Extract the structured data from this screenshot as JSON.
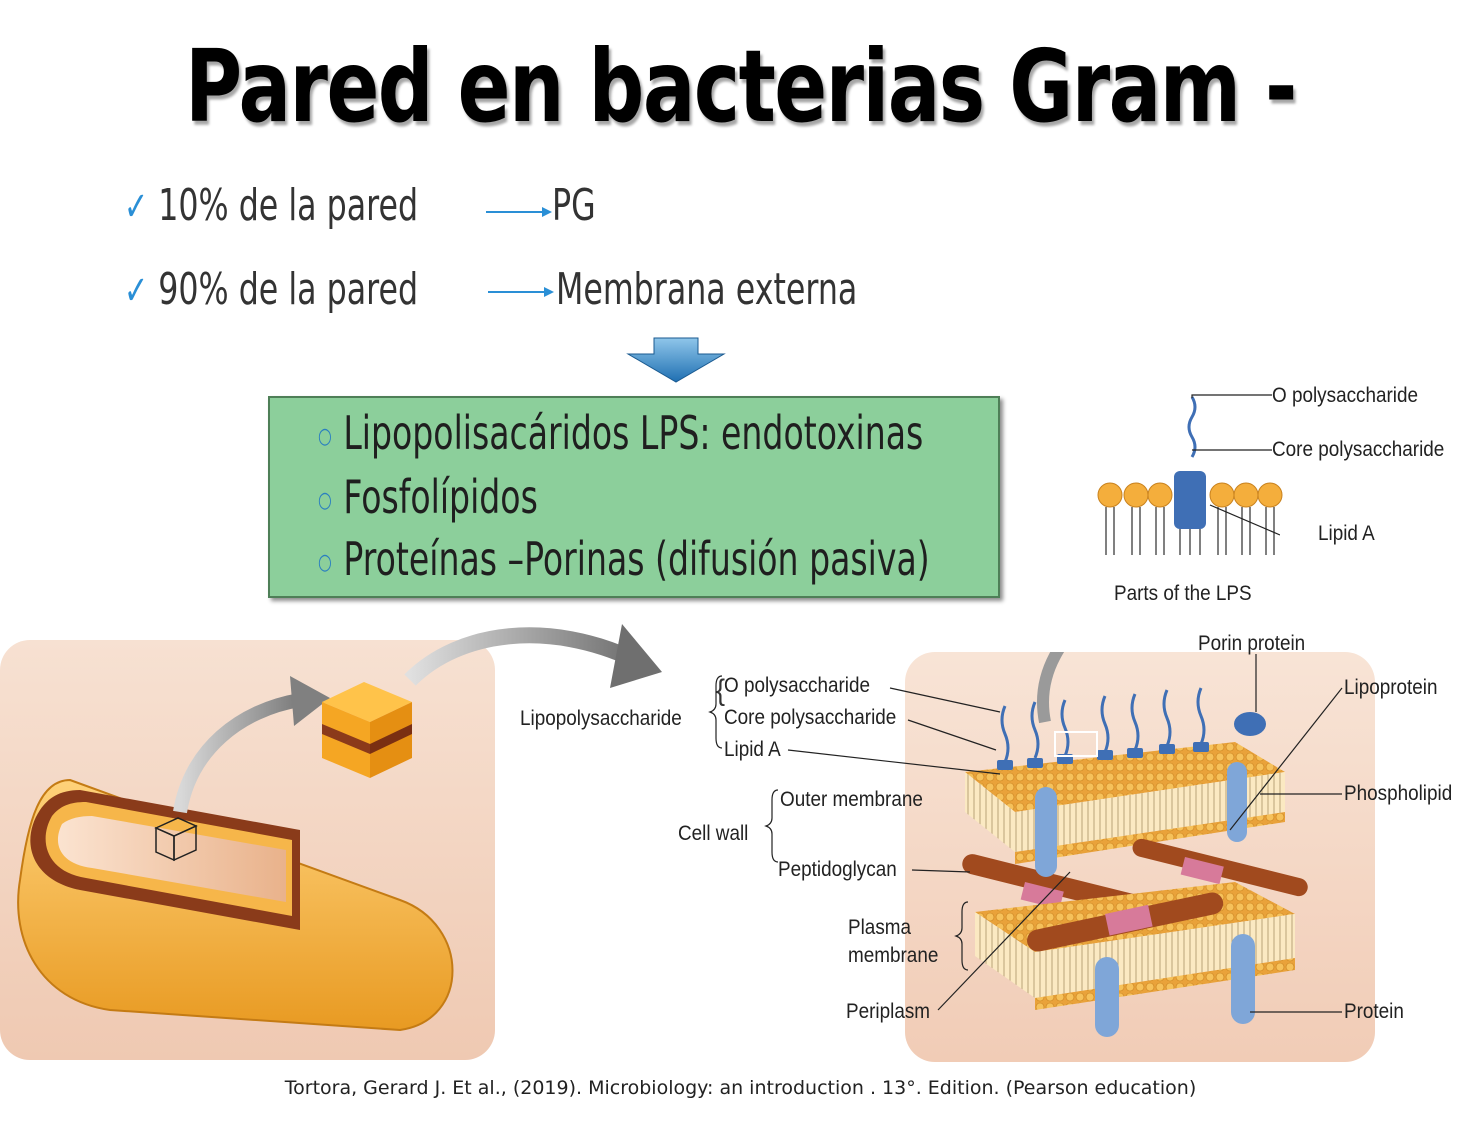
{
  "title": "Pared en bacterias Gram -",
  "bullets": [
    {
      "left": "10% de la pared",
      "right": "PG"
    },
    {
      "left": "90%  de la pared",
      "right": "Membrana externa"
    }
  ],
  "box_items": [
    "Lipopolisacáridos LPS:  endotoxinas",
    "Fosfolípidos",
    "Proteínas –Porinas (difusión pasiva)"
  ],
  "lps_labels": {
    "o_polysaccharide": "O polysaccharide",
    "core_polysaccharide": "Core polysaccharide",
    "lipid_a": "Lipid A",
    "caption": "Parts of the LPS"
  },
  "wall_labels": {
    "lipopolysaccharide": "Lipopolysaccharide",
    "o_polysaccharide": "O polysaccharide",
    "core_polysaccharide": "Core polysaccharide",
    "lipid_a": "Lipid A",
    "cell_wall": "Cell wall",
    "outer_membrane": "Outer membrane",
    "peptidoglycan": "Peptidoglycan",
    "plasma_membrane_1": "Plasma",
    "plasma_membrane_2": "membrane",
    "periplasm": "Periplasm",
    "porin_protein": "Porin protein",
    "lipoprotein": "Lipoprotein",
    "phospholipid": "Phospholipid",
    "protein": "Protein"
  },
  "citation": "Tortora, Gerard J.  Et al., (2019). Microbiology: an introduction . 13°. Edition. (Pearson education)",
  "colors": {
    "box_fill": "#8ccf9b",
    "check": "#2a8fd6",
    "arrow_blue": "#2a7fc0",
    "membrane_orange": "#e8a53a",
    "lps_blue": "#3f6fb5",
    "cell_orange": "#f4ae3c"
  }
}
